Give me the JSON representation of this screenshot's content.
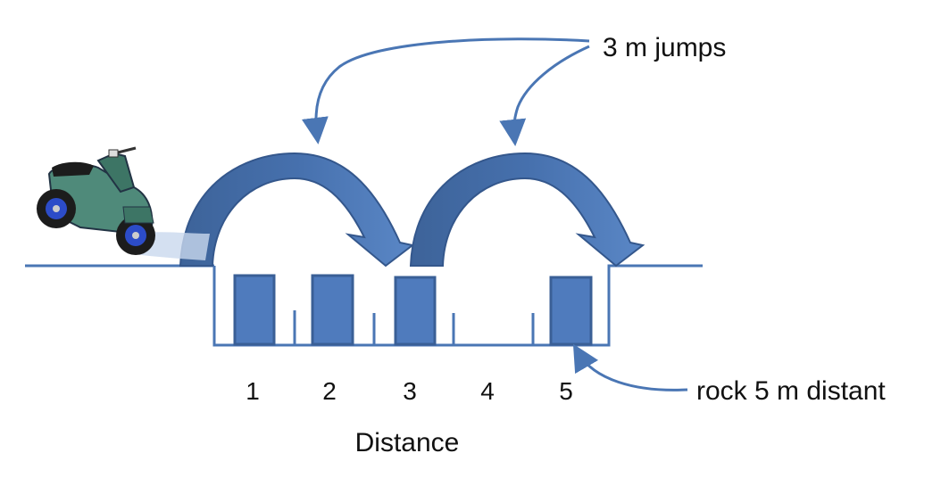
{
  "annotations": {
    "jumps_label": "3 m jumps",
    "rock_label": "rock 5 m distant"
  },
  "axis": {
    "title": "Distance",
    "ticks": [
      "1",
      "2",
      "3",
      "4",
      "5"
    ]
  },
  "colors": {
    "fill": "#4f7bbd",
    "dark": "#3a5f96",
    "line": "#4a76b4"
  },
  "icons": [
    "scooter-icon"
  ]
}
